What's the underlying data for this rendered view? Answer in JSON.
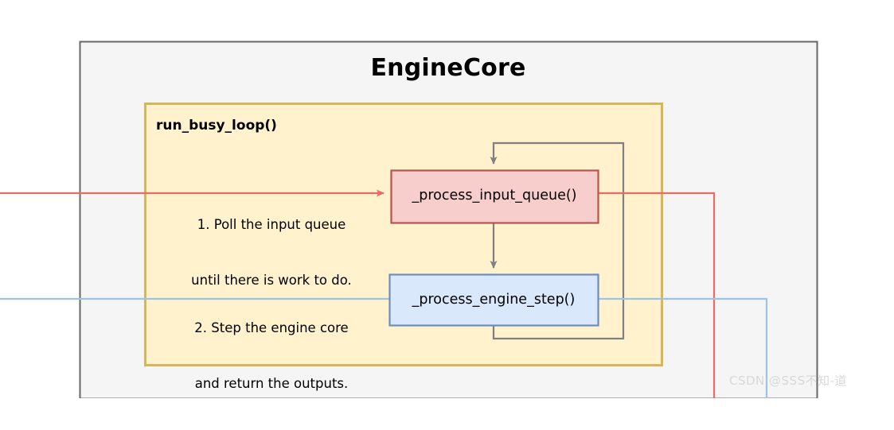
{
  "diagram": {
    "outer_container": {
      "title": "EngineCore",
      "fill": "#f5f5f5",
      "stroke": "#666666"
    },
    "inner_container": {
      "title": "run_busy_loop()",
      "fill": "#fff2cc",
      "stroke": "#d6b656"
    },
    "nodes": [
      {
        "id": "process-input-queue",
        "label": "_process_input_queue()",
        "fill": "#f8cecc",
        "stroke": "#b85450"
      },
      {
        "id": "process-engine-step",
        "label": "_process_engine_step()",
        "fill": "#dae8fc",
        "stroke": "#6c8ebf"
      }
    ],
    "annotations": [
      {
        "id": "annotation-poll",
        "line1": "1. Poll the input queue",
        "line2": "until there is work to do."
      },
      {
        "id": "annotation-step",
        "line1": "2. Step the engine core",
        "line2": "and return the outputs."
      }
    ],
    "connectors": [
      {
        "id": "input-queue-inbound",
        "color": "#ea6b66",
        "kind": "red-inbound-line"
      },
      {
        "id": "input-queue-outbound",
        "color": "#ea6b66",
        "kind": "red-outbound-line"
      },
      {
        "id": "engine-step-inbound",
        "color": "#9dc3e6",
        "kind": "blue-inbound-line"
      },
      {
        "id": "engine-step-outbound",
        "color": "#9dc3e6",
        "kind": "blue-outbound-line"
      },
      {
        "id": "loop-feedback",
        "color": "#808080",
        "kind": "gray-loop-arrow"
      },
      {
        "id": "queue-to-step",
        "color": "#808080",
        "kind": "gray-down-arrow"
      }
    ],
    "watermark": "CSDN @SSS不知-道"
  }
}
